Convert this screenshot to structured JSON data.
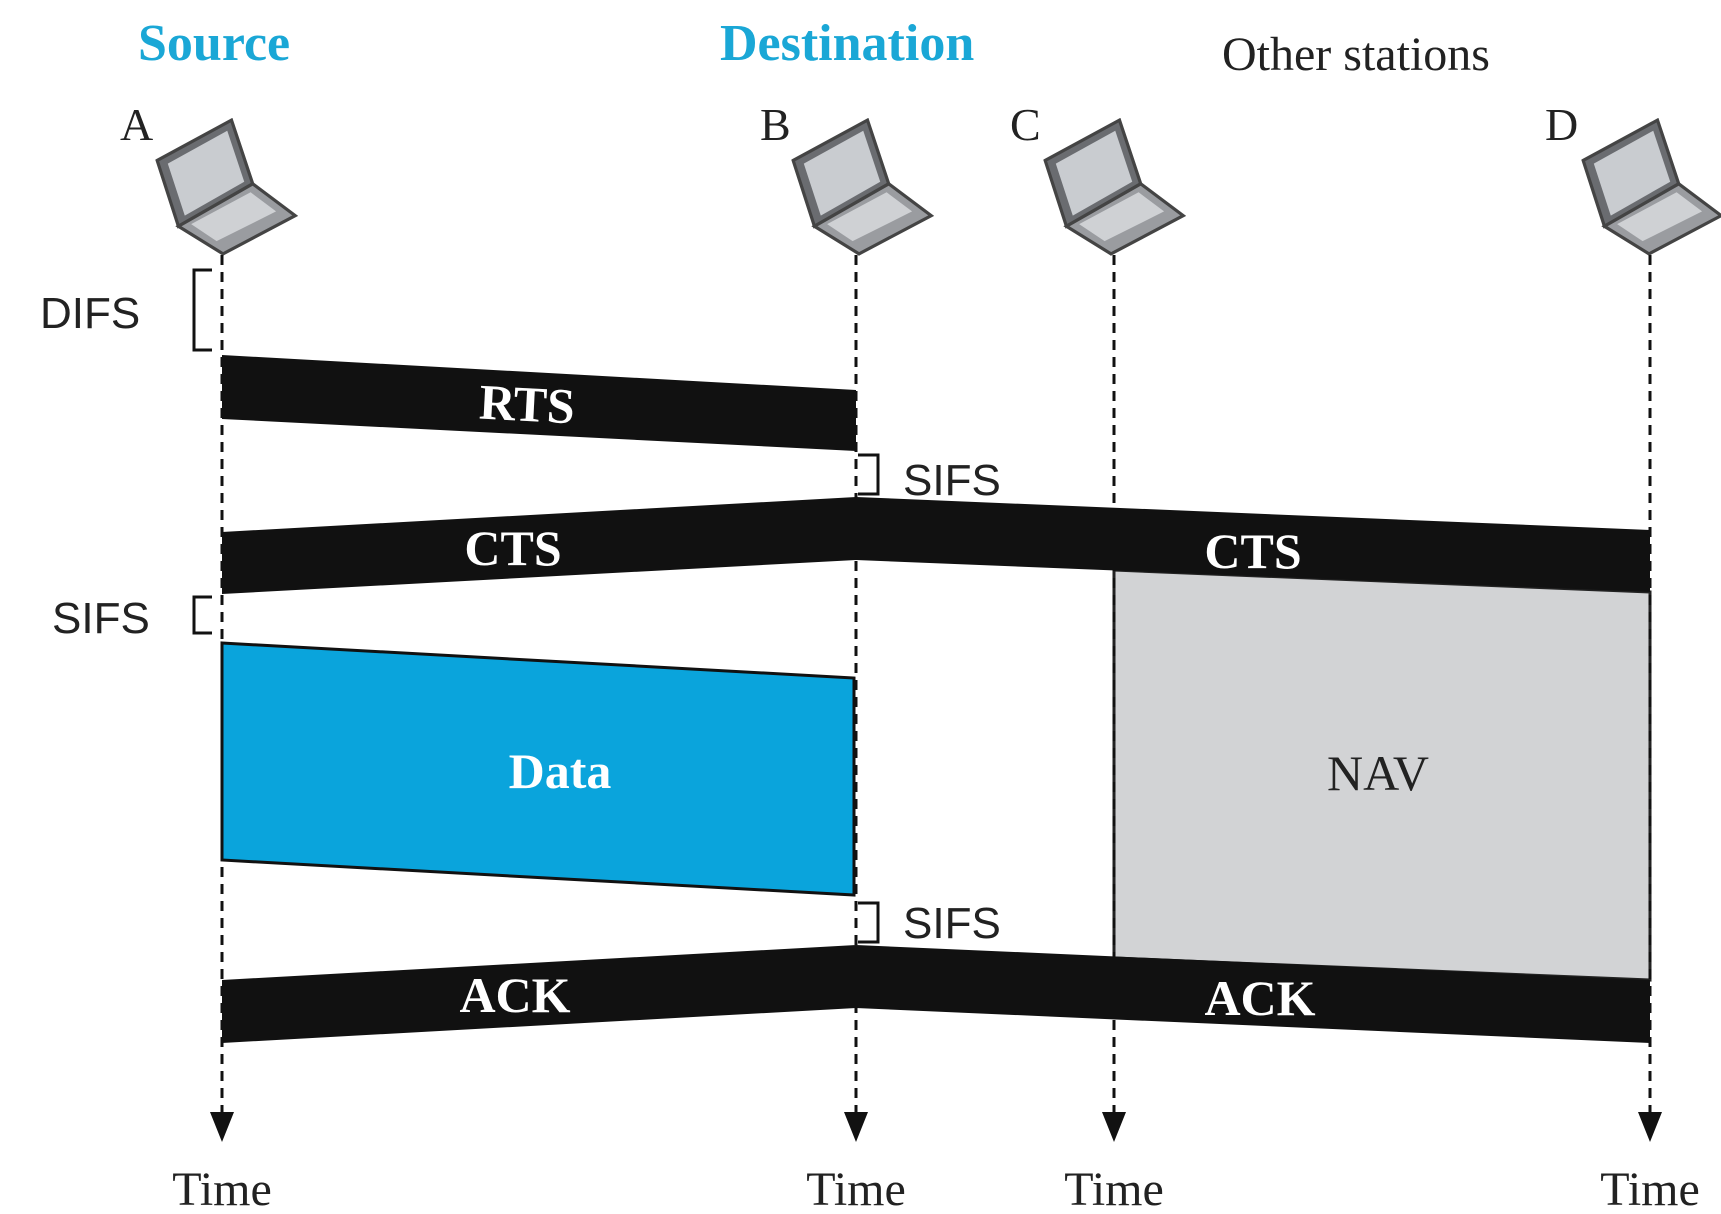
{
  "header": {
    "source_label": "Source",
    "destination_label": "Destination",
    "other_label": "Other stations",
    "role_color": "#1aa7d6"
  },
  "stations": [
    {
      "letter": "A",
      "icon": "laptop-icon"
    },
    {
      "letter": "B",
      "icon": "laptop-icon"
    },
    {
      "letter": "C",
      "icon": "laptop-icon"
    },
    {
      "letter": "D",
      "icon": "laptop-icon"
    }
  ],
  "intervals": {
    "difs": "DIFS",
    "sifs": "SIFS"
  },
  "frames": {
    "rts": "RTS",
    "cts": "CTS",
    "data": "Data",
    "ack": "ACK",
    "nav": "NAV",
    "data_color": "#0aa4dc",
    "frame_color": "#111111",
    "nav_color": "#d2d3d5"
  },
  "axis": {
    "time_label": "Time"
  }
}
